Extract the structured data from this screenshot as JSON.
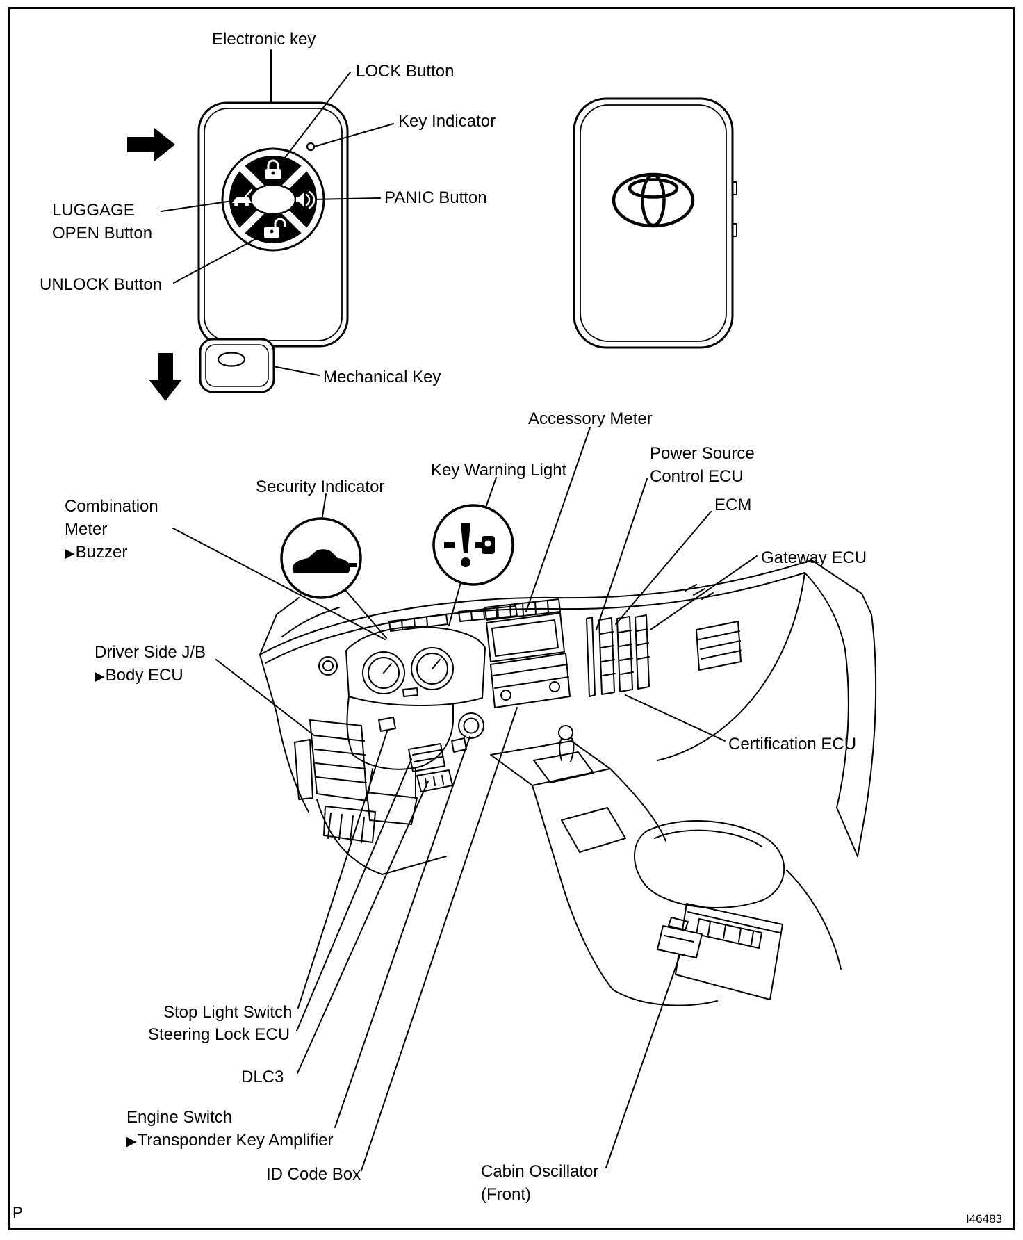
{
  "figure": {
    "corner_mark": "P",
    "figure_id": "I46483"
  },
  "markers": {
    "bullet": "▶"
  },
  "colors": {
    "line": "#000000",
    "background": "#ffffff"
  },
  "key_fob": {
    "electronic_key": "Electronic key",
    "lock_button": "LOCK Button",
    "key_indicator": "Key Indicator",
    "panic_button": "PANIC Button",
    "luggage_open_1": "LUGGAGE",
    "luggage_open_2": "OPEN Button",
    "unlock_button": "UNLOCK Button",
    "mechanical_key": "Mechanical Key"
  },
  "dashboard": {
    "accessory_meter": "Accessory Meter",
    "power_source_1": "Power Source",
    "power_source_2": "Control ECU",
    "key_warning_light": "Key Warning Light",
    "ecm": "ECM",
    "security_indicator": "Security Indicator",
    "combination_meter_1": "Combination",
    "combination_meter_2": "Meter",
    "buzzer": "Buzzer",
    "gateway_ecu": "Gateway ECU",
    "driver_side_jb": "Driver Side J/B",
    "body_ecu": "Body ECU",
    "certification_ecu": "Certification ECU",
    "stop_light_switch": "Stop Light Switch",
    "steering_lock_ecu": "Steering Lock ECU",
    "dlc3": "DLC3",
    "engine_switch": "Engine Switch",
    "transponder_key_amplifier": "Transponder Key Amplifier",
    "id_code_box": "ID Code Box",
    "cabin_oscillator_1": "Cabin Oscillator",
    "cabin_oscillator_2": "(Front)"
  }
}
